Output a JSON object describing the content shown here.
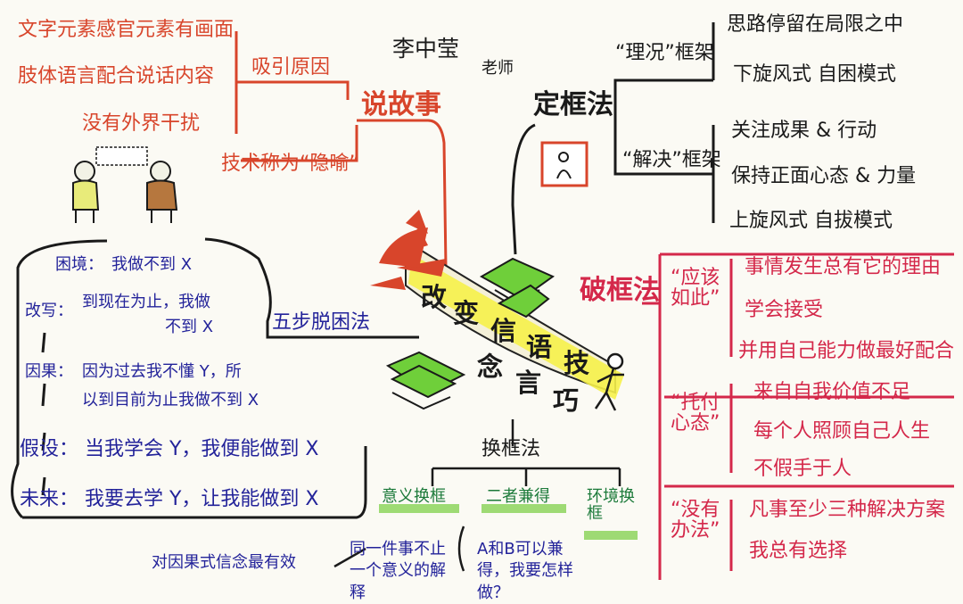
{
  "header": {
    "author": "李中莹",
    "author_suffix": "老师"
  },
  "center": {
    "row1": [
      "改",
      "变",
      "信",
      "语",
      "技"
    ],
    "row2": [
      "念",
      "言",
      "巧"
    ]
  },
  "storytelling": {
    "title": "说故事",
    "branch_reason": "吸引原因",
    "reasons": [
      "文字元素感官元素有画面",
      "肢体语言配合说话内容",
      "没有外界干扰"
    ],
    "technique": "技术称为“隐喻”"
  },
  "set_frame": {
    "title": "定框法",
    "problem_frame": {
      "label": "“理况”框架",
      "items": [
        "思路停留在局限之中",
        "下旋风式 自困模式"
      ]
    },
    "solution_frame": {
      "label": "“解决”框架",
      "items": [
        "关注成果 & 行动",
        "保持正面心态 & 力量",
        "上旋风式 自拔模式"
      ]
    }
  },
  "five_steps": {
    "title": "五步脱困法",
    "steps": [
      {
        "label": "困境：",
        "text": "我做不到 X"
      },
      {
        "label": "改写：",
        "text": "到现在为止，我做",
        "text2": "不到 X"
      },
      {
        "label": "因果：",
        "text": "因为过去我不懂 Y，所",
        "text2": "以到目前为止我做不到 X"
      },
      {
        "label": "假设：",
        "text": "当我学会 Y，我便能做到 X"
      },
      {
        "label": "未来：",
        "text": "我要去学 Y，让我能做到 X"
      }
    ]
  },
  "break_frame": {
    "title": "破框法",
    "groups": [
      {
        "label": "“应该如此”",
        "items": [
          "事情发生总有它的理由",
          "学会接受",
          "并用自己能力做最好配合"
        ]
      },
      {
        "label": "“托付心态”",
        "items": [
          "来自自我价值不足",
          "每个人照顾自己人生",
          "不假手于人"
        ]
      },
      {
        "label": "“没有办法”",
        "items": [
          "凡事至少三种解决方案",
          "我总有选择"
        ]
      }
    ]
  },
  "reframe": {
    "title": "换框法",
    "branches": [
      "意义换框",
      "二者兼得",
      "环境换框"
    ],
    "note_left": "对因果式信念最有效",
    "note_meaning": "同一件事不止一个意义的解释",
    "note_both": "A和B可以兼得，我要怎样做？"
  },
  "colors": {
    "red": "#d8452b",
    "blue": "#23239a",
    "pink": "#d4284a",
    "green": "#1c7a3a",
    "highlight_yellow": "#f6f14a",
    "book_green": "#6fcf3a"
  }
}
